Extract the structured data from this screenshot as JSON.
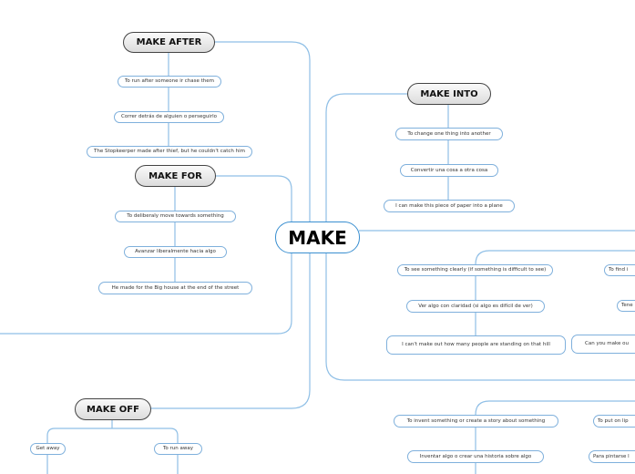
{
  "central": "MAKE",
  "make_after": {
    "title": "MAKE AFTER",
    "items": [
      "To run after someone ir chase them",
      "Correr detrás de alguien o perseguirlo",
      "The Stopkeerper made after thief, but he couldn't catch him"
    ]
  },
  "make_for": {
    "title": "MAKE FOR",
    "items": [
      "To deliberaly move towards something",
      "Avanzar liberalmente hacia algo",
      "He made for the Big house at the end of the street"
    ]
  },
  "make_into": {
    "title": "MAKE INTO",
    "items": [
      "To change one thing into another",
      "Convertir una cosa a otra cosa",
      "I can make this piece of paper into a plane"
    ]
  },
  "make_off": {
    "title": "MAKE OFF",
    "items": [
      "Get away",
      "To run away"
    ]
  },
  "make_out": {
    "items": [
      "To see something clearly (if something is difficult to see)",
      "Ver algo con claridad (si algo es difícil de ver)",
      "I can't make out how many people are standing on that hill"
    ],
    "right_items": [
      "To find i",
      "Tene",
      "Can you make ou"
    ]
  },
  "make_up": {
    "items": [
      "To invent something or create a story about something",
      "Inventar algo o crear una historia sobre algo"
    ],
    "right_items": [
      "To put on lip",
      "Para pintarse l"
    ]
  },
  "colors": {
    "link": "#8fbfe6",
    "leaf_border": "#7fb0dc",
    "central_border": "#3a8fd0"
  }
}
